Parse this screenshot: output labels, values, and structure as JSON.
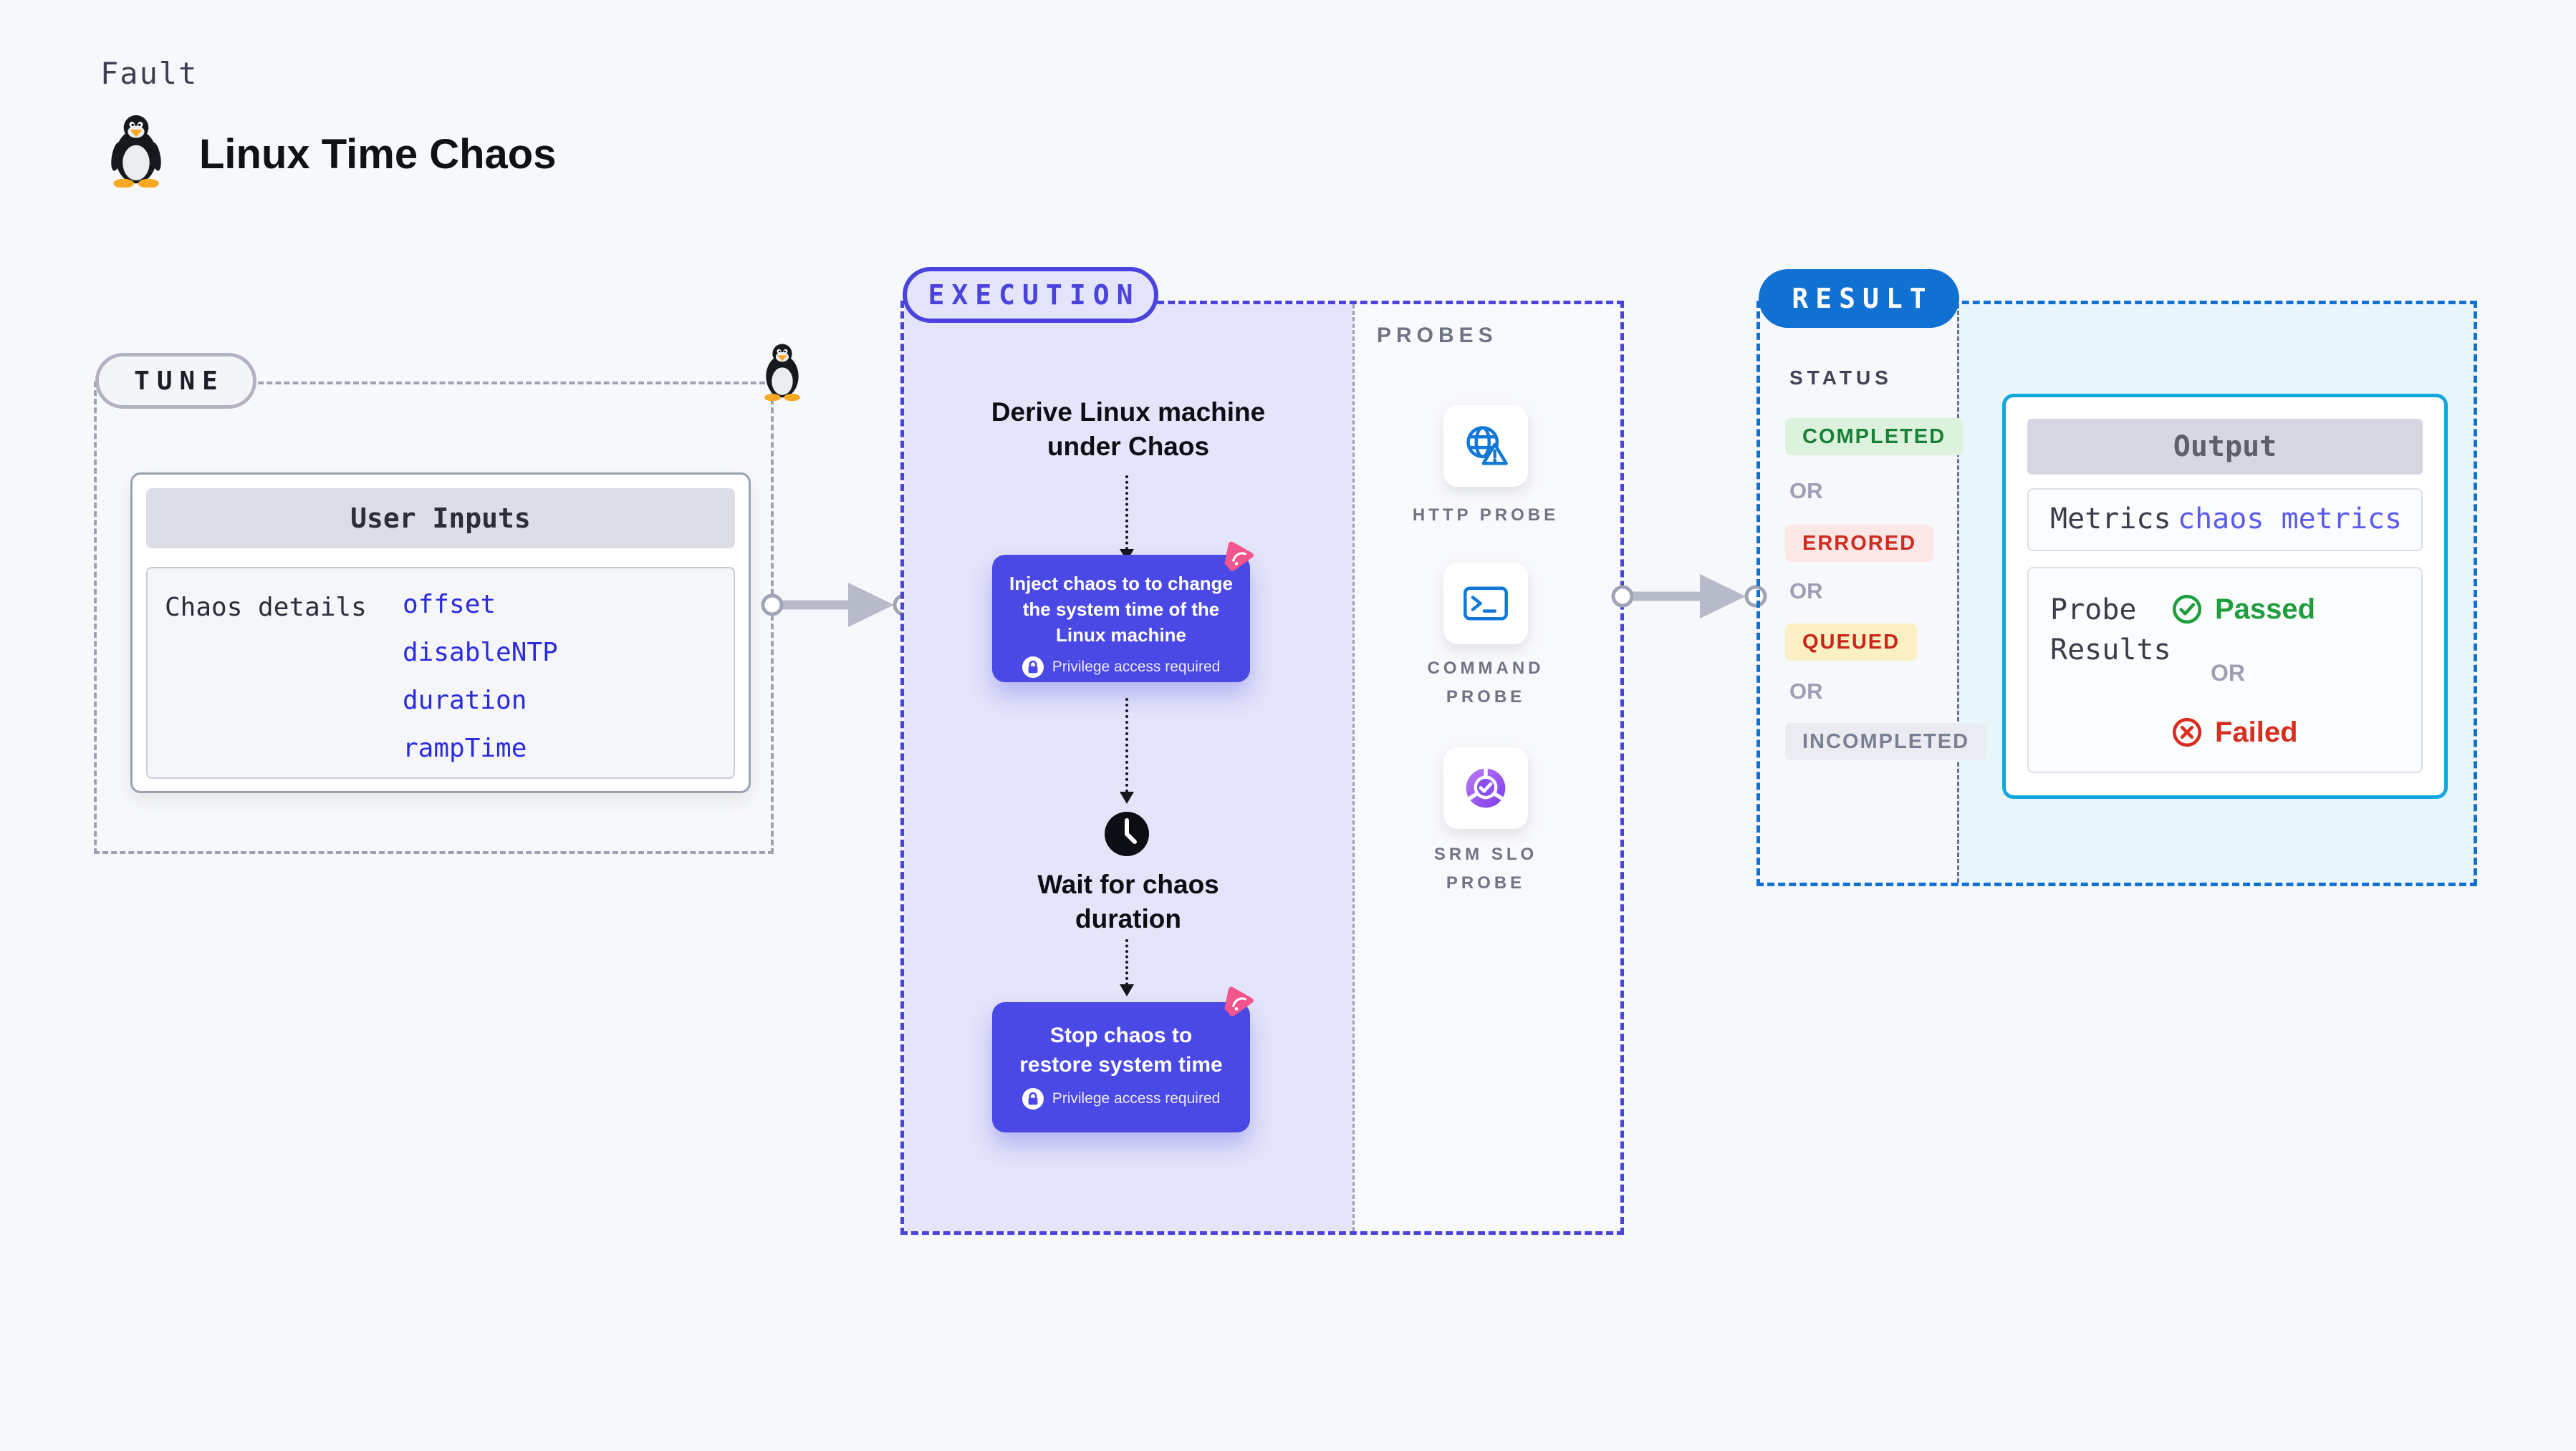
{
  "header": {
    "eyebrow": "Fault",
    "title": "Linux Time Chaos"
  },
  "tune": {
    "label": "TUNE",
    "card_title": "User Inputs",
    "row_label": "Chaos details",
    "inputs": [
      "offset",
      "disableNTP",
      "duration",
      "rampTime"
    ]
  },
  "execution": {
    "label": "EXECUTION",
    "derive_step": "Derive Linux machine\nunder Chaos",
    "inject_step": "Inject chaos to to change\nthe system time of the\nLinux machine",
    "privilege_note": "Privilege access required",
    "wait_step": "Wait for chaos\nduration",
    "stop_step": "Stop chaos to\nrestore system time"
  },
  "probes": {
    "label": "PROBES",
    "items": [
      {
        "name": "HTTP PROBE",
        "icon": "globe-alert-icon"
      },
      {
        "name": "COMMAND\nPROBE",
        "icon": "terminal-icon"
      },
      {
        "name": "SRM SLO\nPROBE",
        "icon": "slo-donut-icon"
      }
    ]
  },
  "result": {
    "label": "RESULT",
    "status": {
      "title": "STATUS",
      "or": "OR",
      "badges": [
        {
          "text": "COMPLETED",
          "fg": "#188038",
          "bg": "#DCF2DD"
        },
        {
          "text": "ERRORED",
          "fg": "#D02B20",
          "bg": "#FBE7E5"
        },
        {
          "text": "QUEUED",
          "fg": "#CC2418",
          "bg": "#FAF0C4"
        },
        {
          "text": "INCOMPLETED",
          "fg": "#7A8094",
          "bg": "#EBECF2"
        }
      ]
    },
    "output": {
      "title": "Output",
      "metrics_label": "Metrics",
      "metrics_link": "chaos metrics",
      "probe_label": "Probe\nResults",
      "passed": "Passed",
      "or": "OR",
      "failed": "Failed"
    }
  },
  "icons": {
    "fault": "tux-penguin-icon",
    "http_probe": "globe-alert-icon",
    "command_probe": "terminal-icon",
    "srm_slo_probe": "slo-donut-icon",
    "privilege": "lock-icon",
    "wait": "clock-icon",
    "chaos_marker": "chaos-spark-icon",
    "passed": "check-circle-icon",
    "failed": "x-circle-icon"
  },
  "colors": {
    "page_bg": "#F7F8FB",
    "gray_border": "#9DA2B0",
    "indigo": "#4A43DD",
    "indigo_fill": "#4B49E6",
    "lavender": "#E4E4FA",
    "blue": "#1171D3",
    "cyan": "#13A7E0",
    "cyan_fill": "#E8F6FC",
    "link_blue": "#2B2BE0",
    "metrics_link": "#5B5BF0",
    "arrow_gray": "#B7BBC9",
    "pink": "#F4558C",
    "icon_blue": "#1278D8",
    "green": "#1E9E3C",
    "red": "#D92D20",
    "or_gray": "#9CA0B4",
    "text_dark": "#22262F",
    "text_gray": "#6E7484"
  }
}
